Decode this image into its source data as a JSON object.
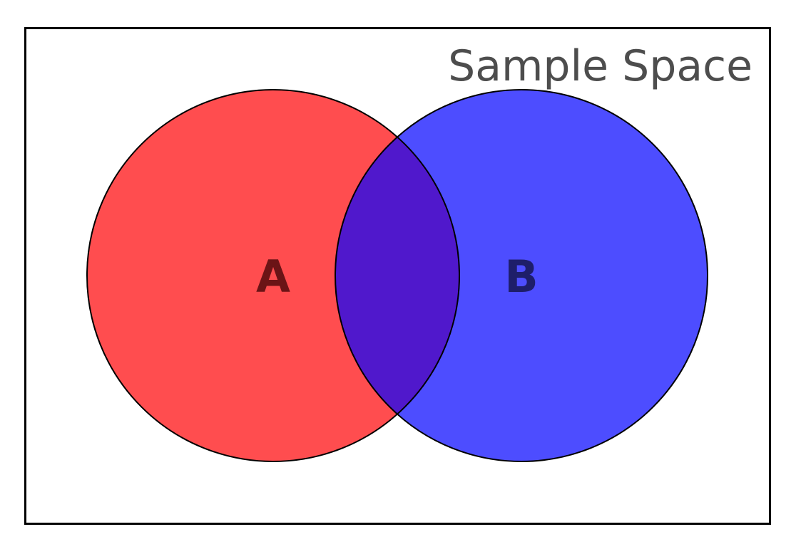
{
  "diagram": {
    "type": "venn",
    "frame_label": "Sample Space",
    "sets": [
      {
        "id": "A",
        "label": "A",
        "fill_color": "#ff4d4f",
        "label_color": "#6b1416"
      },
      {
        "id": "B",
        "label": "B",
        "fill_color": "#4d4dff",
        "label_color": "#1e1e6a"
      }
    ],
    "intersection_color": "#5018cc",
    "outline_color": "#000000",
    "frame_label_color": "#4d4d4d",
    "background_color": "#ffffff"
  }
}
